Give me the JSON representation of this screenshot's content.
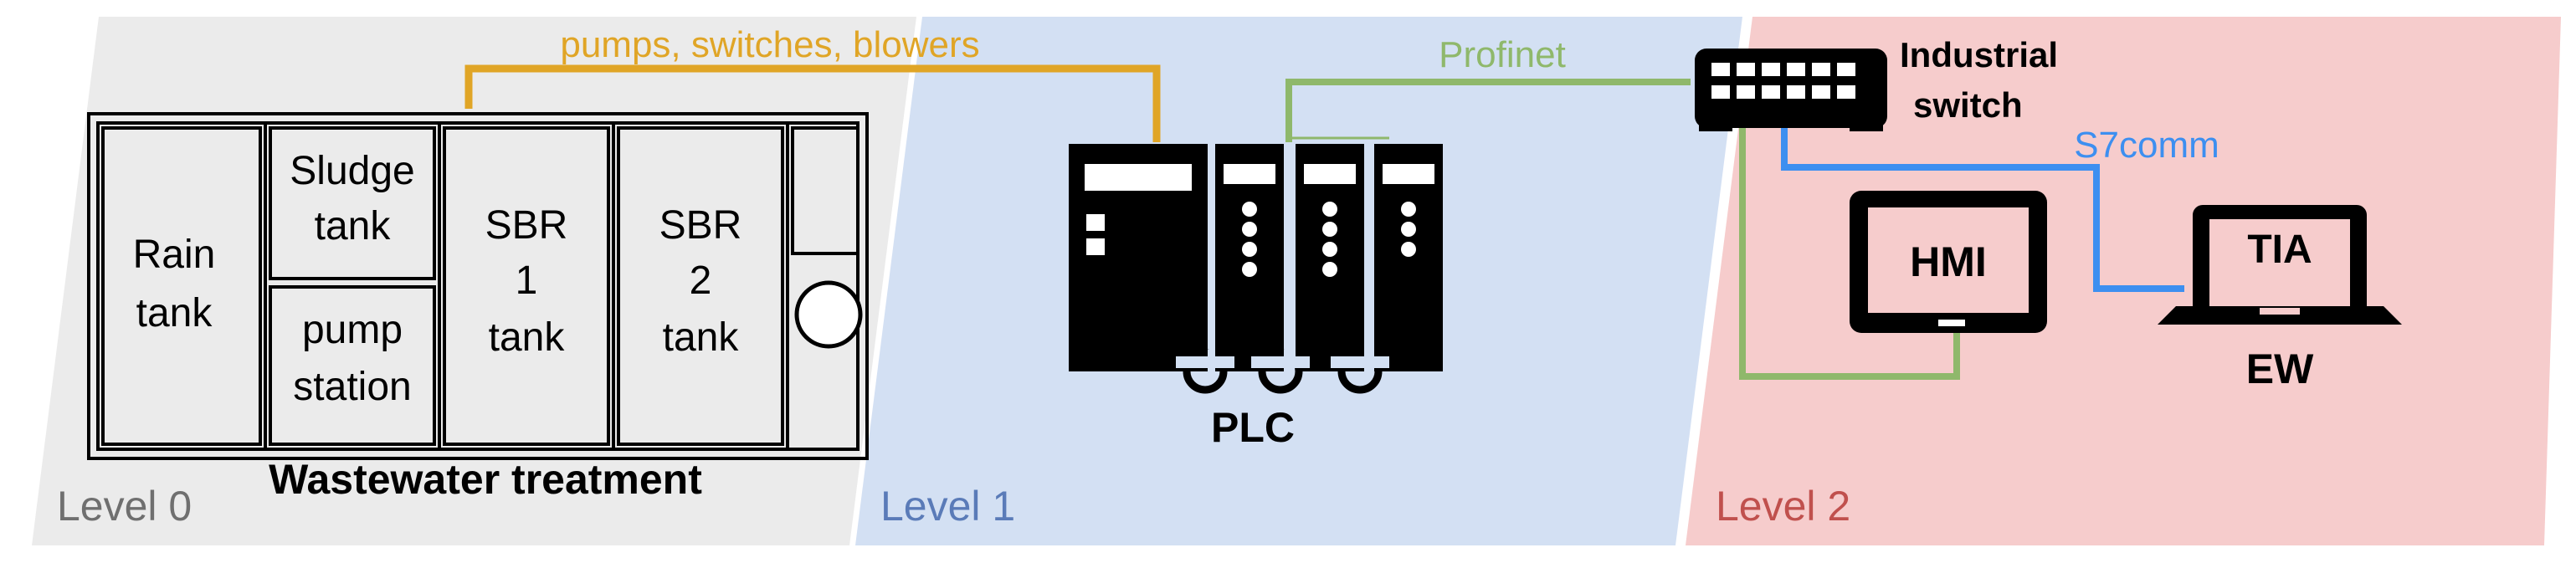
{
  "levels": [
    {
      "label": "Level 0",
      "color": "#ebebeb",
      "text_color": "#6f6f6f"
    },
    {
      "label": "Level 1",
      "color": "#d3e0f3",
      "text_color": "#5a7bb8"
    },
    {
      "label": "Level 2",
      "color": "#f6cccc",
      "text_color": "#c0504d"
    }
  ],
  "plant": {
    "title": "Wastewater treatment",
    "tanks": {
      "rain": [
        "Rain",
        "tank"
      ],
      "sludge": [
        "Sludge",
        "tank"
      ],
      "pump": [
        "pump",
        "station"
      ],
      "sbr1": [
        "SBR",
        "1",
        "tank"
      ],
      "sbr2": [
        "SBR",
        "2",
        "tank"
      ]
    }
  },
  "links": {
    "field": {
      "label": "pumps, switches, blowers",
      "color": "#e0a526"
    },
    "profinet": {
      "label": "Profinet",
      "color": "#8fb86b"
    },
    "s7comm": {
      "label": "S7comm",
      "color": "#3d8ff0"
    }
  },
  "devices": {
    "plc": "PLC",
    "switch": [
      "Industrial",
      "switch"
    ],
    "hmi": "HMI",
    "tia": "TIA",
    "ew": "EW"
  }
}
